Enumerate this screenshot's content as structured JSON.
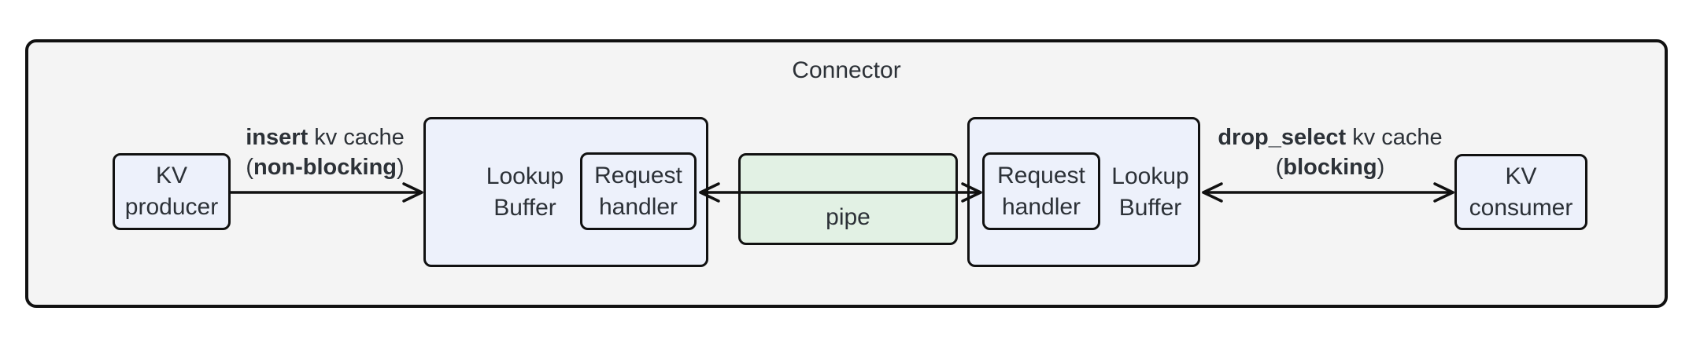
{
  "title": "Connector",
  "colors": {
    "canvas_bg": "#ffffff",
    "connector_fill": "#f4f4f4",
    "node_fill": "#edf1fb",
    "pipe_fill": "#e2f1e4",
    "border": "#111111",
    "text": "#2c3137"
  },
  "nodes": {
    "kv_producer": {
      "lines": [
        "KV",
        "producer"
      ]
    },
    "lookup_buffer_left": {
      "lines": [
        "Lookup",
        "Buffer"
      ]
    },
    "request_handler_left": {
      "lines": [
        "Request",
        "handler"
      ]
    },
    "pipe": {
      "label": "pipe"
    },
    "request_handler_right": {
      "lines": [
        "Request",
        "handler"
      ]
    },
    "lookup_buffer_right": {
      "lines": [
        "Lookup",
        "Buffer"
      ]
    },
    "kv_consumer": {
      "lines": [
        "KV",
        "consumer"
      ]
    }
  },
  "edges": {
    "insert": {
      "operation": "insert",
      "object": " kv cache",
      "paren_open": "(",
      "mode": "non-blocking",
      "paren_close": ")",
      "arrow": "single-right"
    },
    "pipe_link": {
      "arrow": "double"
    },
    "drop_select": {
      "operation": "drop_select",
      "object": " kv cache",
      "paren_open": "(",
      "mode": "blocking",
      "paren_close": ")",
      "arrow": "double"
    }
  }
}
